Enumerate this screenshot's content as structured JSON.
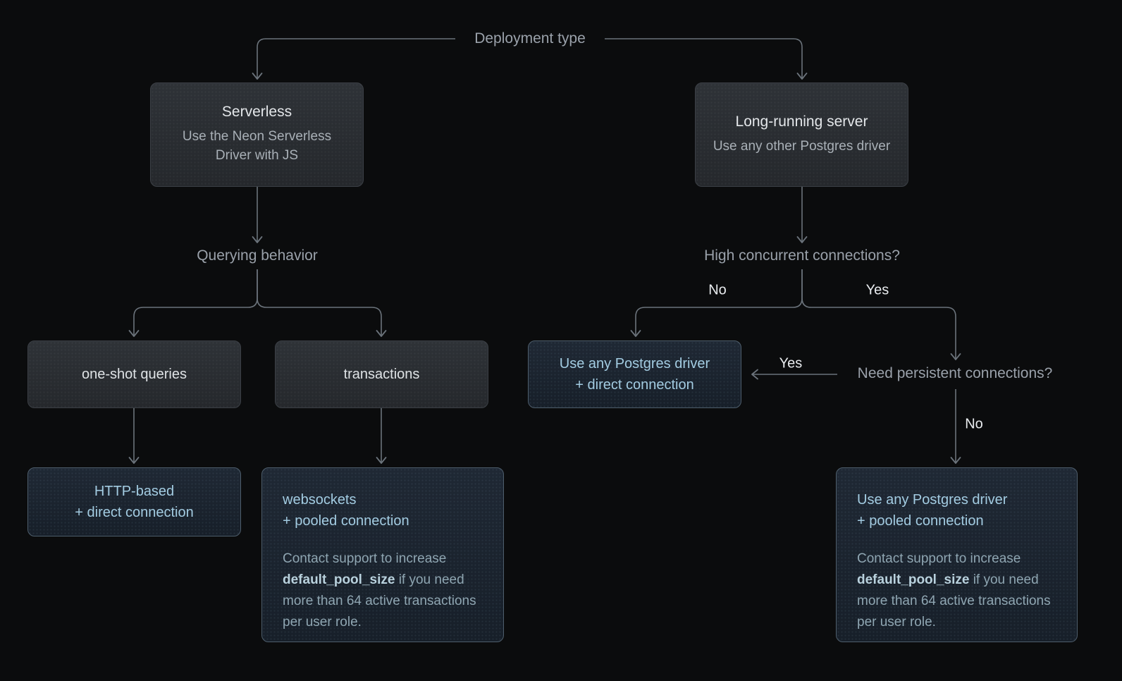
{
  "colors": {
    "background": "#0b0c0d",
    "connector": "#6b737b",
    "question_label": "#9aa1aa",
    "branch_label": "#e8ebee",
    "node_background": "#2a2e33",
    "node_border": "#3c4046",
    "node_title": "#e4e7ea",
    "node_subtitle": "#a9b0b7",
    "result_background": "#1b2430",
    "result_border": "#4e5e6c",
    "result_title": "#a3cce2",
    "result_note": "#8fa6b2"
  },
  "diagram": {
    "root_label": "Deployment type",
    "left_branch": {
      "node": {
        "title": "Serverless",
        "subtitle": "Use the Neon Serverless Driver with JS"
      },
      "question": "Querying behavior",
      "options": [
        {
          "title": "one-shot queries"
        },
        {
          "title": "transactions"
        }
      ],
      "results": [
        {
          "line1": "HTTP-based",
          "line2": "+ direct connection"
        },
        {
          "line1": "websockets",
          "line2": "+ pooled connection",
          "note_pre": "Contact support to increase ",
          "note_bold": "default_pool_size",
          "note_post": " if you need more than 64 active transactions per user role."
        }
      ]
    },
    "right_branch": {
      "node": {
        "title": "Long-running server",
        "subtitle": "Use any other Postgres driver"
      },
      "question": "High concurrent connections?",
      "labels": {
        "no": "No",
        "yes": "Yes"
      },
      "question2": "Need persistent connections?",
      "labels2": {
        "yes": "Yes",
        "no": "No"
      },
      "results": [
        {
          "line1": "Use any Postgres driver",
          "line2": "+ direct connection"
        },
        {
          "line1": "Use any Postgres driver",
          "line2": "+ pooled connection",
          "note_pre": "Contact support to increase ",
          "note_bold": "default_pool_size",
          "note_post": " if you need more than 64 active transactions per user role."
        }
      ]
    }
  }
}
